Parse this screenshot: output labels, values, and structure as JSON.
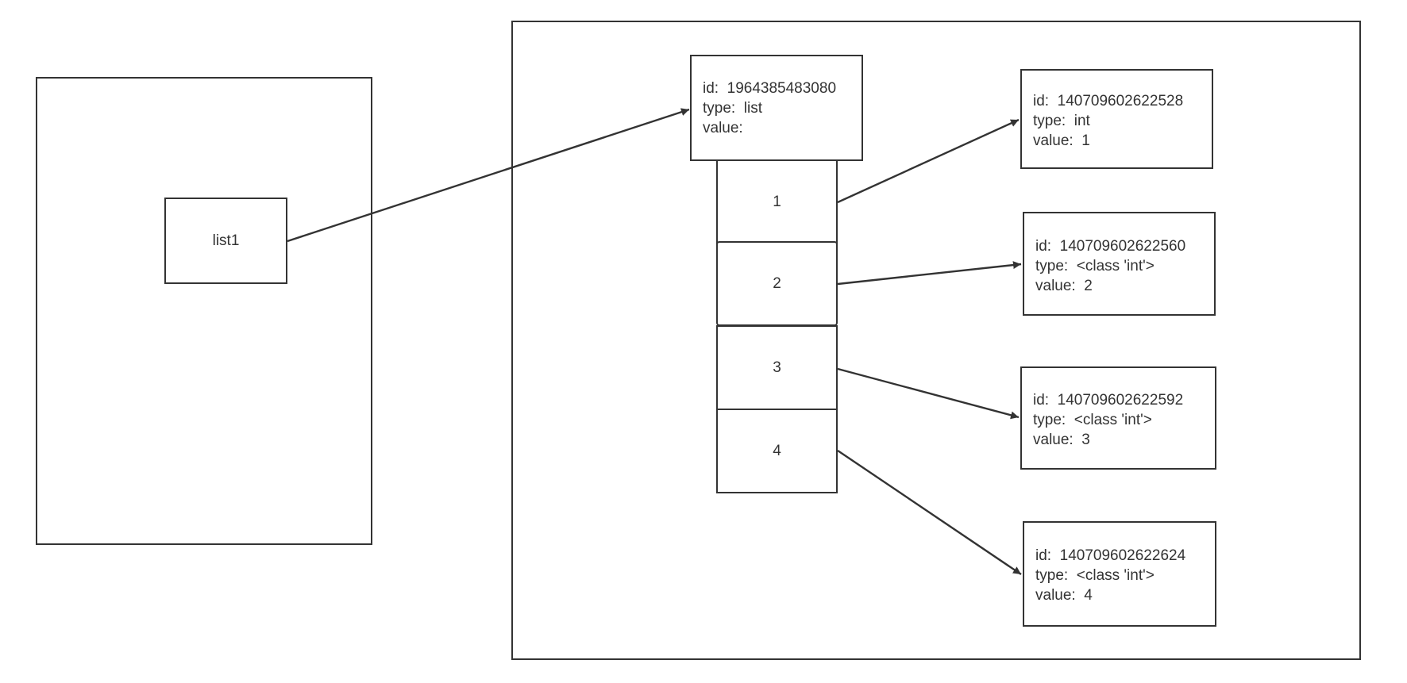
{
  "variable": {
    "name": "list1"
  },
  "list_object": {
    "id_label": "id:",
    "id": "1964385483080",
    "type_label": "type:",
    "type": "list",
    "value_label": "value:",
    "items": [
      "1",
      "2",
      "3",
      "4"
    ]
  },
  "int_objects": [
    {
      "id_label": "id:",
      "id": "140709602622528",
      "type_label": "type:",
      "type": "int",
      "value_label": "value:",
      "value": "1"
    },
    {
      "id_label": "id:",
      "id": "140709602622560",
      "type_label": "type:",
      "type": "<class 'int'>",
      "value_label": "value:",
      "value": "2"
    },
    {
      "id_label": "id:",
      "id": "140709602622592",
      "type_label": "type:",
      "type": "<class 'int'>",
      "value_label": "value:",
      "value": "3"
    },
    {
      "id_label": "id:",
      "id": "140709602622624",
      "type_label": "type:",
      "type": "<class 'int'>",
      "value_label": "value:",
      "value": "4"
    }
  ],
  "colors": {
    "stroke": "#333333",
    "background": "#ffffff"
  }
}
